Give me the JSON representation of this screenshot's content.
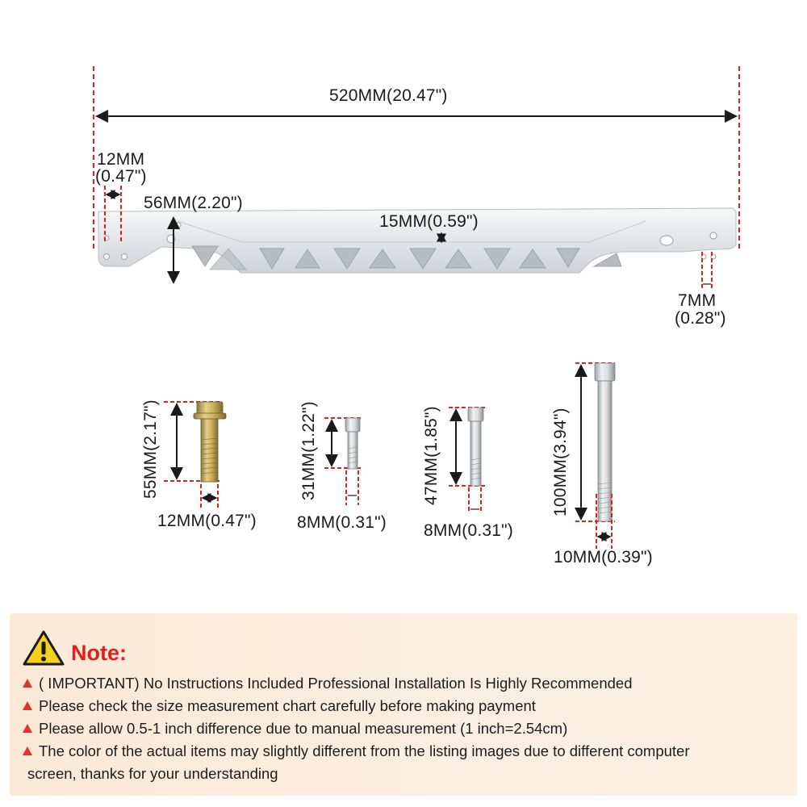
{
  "dimensions": {
    "bar_length": "520MM(20.47\")",
    "end_hole_width_line1": "12MM",
    "end_hole_width_line2": "(0.47\")",
    "bar_height": "56MM(2.20\")",
    "bar_thickness": "15MM(0.59\")",
    "end_tab_width_line1": "7MM",
    "end_tab_width_line2": "(0.28\")",
    "bolt1_length": "55MM(2.17\")",
    "bolt1_diameter": "12MM(0.47\")",
    "bolt2_length": "31MM(1.22\")",
    "bolt2_diameter": "8MM(0.31\")",
    "bolt3_length": "47MM(1.85\")",
    "bolt3_diameter": "8MM(0.31\")",
    "bolt4_length": "100MM(3.94\")",
    "bolt4_diameter": "10MM(0.39\")"
  },
  "note": {
    "title": "Note:",
    "icon": "warning-icon",
    "items": [
      "( IMPORTANT) No Instructions Included Professional Installation Is Highly Recommended",
      "Please check the size measurement chart carefully before making payment",
      "Please allow 0.5-1 inch difference due to manual measurement (1 inch=2.54cm)",
      "The color of the actual items may slightly different from the listing images due to different computer",
      "screen, thanks for your understanding"
    ]
  },
  "colors": {
    "guide_red": "#e02020",
    "bar_silver": "#e6e9ec",
    "bolt_gold": "#c9a84a",
    "bolt_silver": "#cfd3d6",
    "note_bg": "#fbeee0",
    "note_title": "#e02020"
  }
}
